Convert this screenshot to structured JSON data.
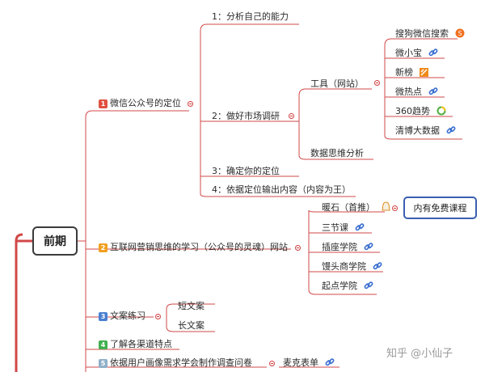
{
  "root": {
    "label": "前期"
  },
  "branches": {
    "b1": {
      "number": "1",
      "color": "#e05040",
      "label": "微信公众号的定位",
      "children": {
        "c1": "1：分析自己的能力",
        "c2": "2：做好市场调研",
        "c3": "3：确定你的定位",
        "c4": "4：依据定位输出内容（内容为王）"
      },
      "tools": {
        "label": "工具（网站）",
        "items": [
          "搜狗微信搜索",
          "微小宝",
          "新榜",
          "微热点",
          "360趋势",
          "清博大数据"
        ]
      },
      "analysis": "数据思维分析"
    },
    "b2": {
      "number": "2",
      "color": "#f0a020",
      "label": "互联网营销思维的学习（公众号的灵魂）网站",
      "items": [
        "暖石（首推）",
        "三节课",
        "插座学院",
        "馒头商学院",
        "起点学院"
      ],
      "highlight": "内有免费课程"
    },
    "b3": {
      "number": "3",
      "color": "#4a7fd0",
      "label": "文案练习",
      "items": [
        "短文案",
        "长文案"
      ]
    },
    "b4": {
      "number": "4",
      "color": "#40b050",
      "label": "了解各渠道特点"
    },
    "b5": {
      "number": "5",
      "color": "#90b0c8",
      "label": "依据用户画像需求学会制作调查问卷",
      "tool": "麦克表单"
    }
  },
  "watermark": "知乎 @小仙子",
  "icons": {
    "link": "link-icon",
    "sogou": "sogou-logo-icon",
    "xinbang": "xinbang-logo-icon",
    "trend360": "360-trend-logo-icon",
    "nuanshi": "nuanshi-logo-icon"
  }
}
